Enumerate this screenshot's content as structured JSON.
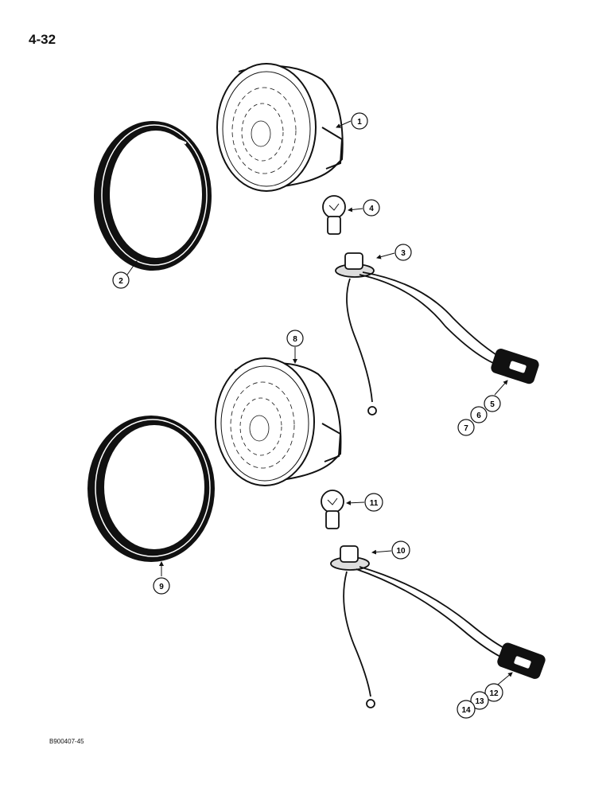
{
  "page": {
    "number": "4-32",
    "figure_code": "B900407-45"
  },
  "callouts": [
    {
      "label": "1"
    },
    {
      "label": "2"
    },
    {
      "label": "3"
    },
    {
      "label": "4"
    },
    {
      "label": "5"
    },
    {
      "label": "6"
    },
    {
      "label": "7"
    },
    {
      "label": "8"
    },
    {
      "label": "9"
    },
    {
      "label": "10"
    },
    {
      "label": "11"
    },
    {
      "label": "12"
    },
    {
      "label": "13"
    },
    {
      "label": "14"
    }
  ]
}
